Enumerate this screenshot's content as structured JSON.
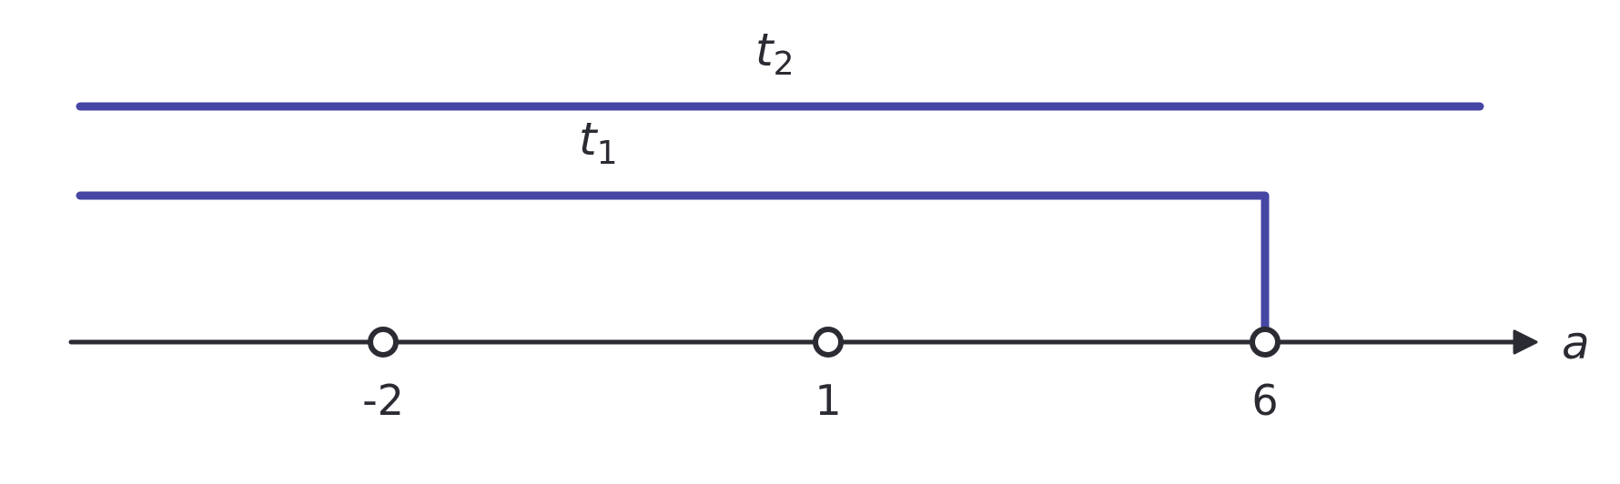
{
  "axis": {
    "variable": "a",
    "points": [
      {
        "value": -2,
        "label": "-2",
        "open": true
      },
      {
        "value": 1,
        "label": "1",
        "open": true
      },
      {
        "value": 6,
        "label": "6",
        "open": true
      }
    ]
  },
  "ranges": [
    {
      "name": "t",
      "subscript": "2",
      "from": null,
      "to": null
    },
    {
      "name": "t",
      "subscript": "1",
      "from": null,
      "to": 6
    }
  ],
  "colors": {
    "axis": "#2b2b33",
    "range": "#4646a4"
  }
}
